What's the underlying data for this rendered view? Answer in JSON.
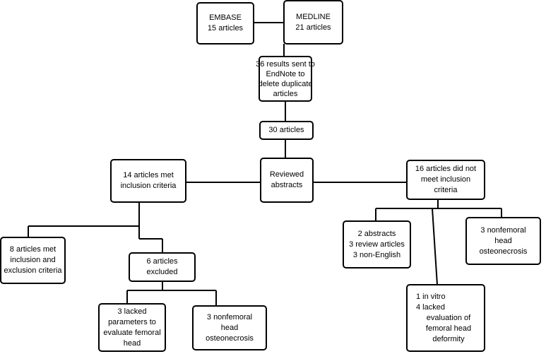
{
  "boxes": {
    "embase": [
      "EMBASE",
      "15 articles"
    ],
    "medline": [
      "MEDLINE",
      "21 articles"
    ],
    "dedup": [
      "36 results sent to",
      "EndNote to",
      "delete duplicate",
      "articles"
    ],
    "thirty": [
      "30 articles"
    ],
    "reviewed": [
      "Reviewed",
      "abstracts"
    ],
    "met": [
      "14 articles met",
      "inclusion criteria"
    ],
    "notmet": [
      "16 articles did not",
      "meet inclusion",
      "criteria"
    ],
    "eight": [
      "8 articles met",
      "inclusion and",
      "exclusion criteria"
    ],
    "six_excluded": [
      "6 articles",
      "excluded"
    ],
    "lacked_params": [
      "3  lacked",
      "parameters to",
      "evaluate femoral",
      "head"
    ],
    "nonfemoral_left": [
      "3  nonfemoral",
      "head",
      "osteonecrosis"
    ],
    "abstracts_reviews": [
      "2 abstracts",
      "3 review articles",
      "3 non-English"
    ],
    "nonfemoral_right": [
      "3  nonfemoral",
      "head",
      "osteonecrosis"
    ],
    "invitro": [
      "1  in vitro",
      "4  lacked",
      "evaluation of",
      "femoral head",
      "deformity"
    ]
  }
}
